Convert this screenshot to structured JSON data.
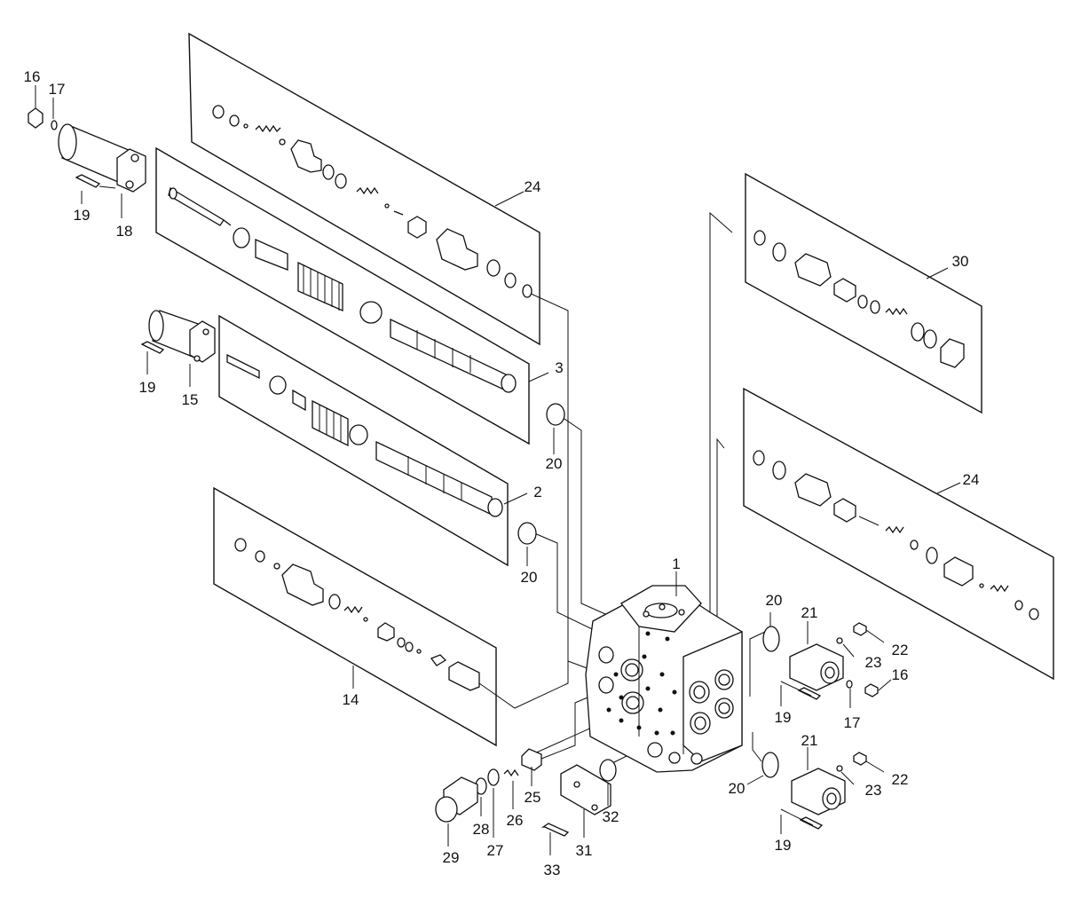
{
  "diagram": {
    "labels": {
      "l1": "1",
      "l2": "2",
      "l3": "3",
      "l14": "14",
      "l15": "15",
      "l16a": "16",
      "l17a": "17",
      "l18": "18",
      "l19a": "19",
      "l19b": "19",
      "l20a": "20",
      "l20b": "20",
      "l20c": "20",
      "l20d": "20",
      "l21a": "21",
      "l21b": "21",
      "l22a": "22",
      "l22b": "22",
      "l23a": "23",
      "l23b": "23",
      "l24a": "24",
      "l24b": "24",
      "l16b": "16",
      "l17b": "17",
      "l19c": "19",
      "l19d": "19",
      "l25": "25",
      "l26": "26",
      "l27": "27",
      "l28": "28",
      "l29": "29",
      "l30": "30",
      "l31": "31",
      "l32": "32",
      "l33": "33"
    }
  }
}
